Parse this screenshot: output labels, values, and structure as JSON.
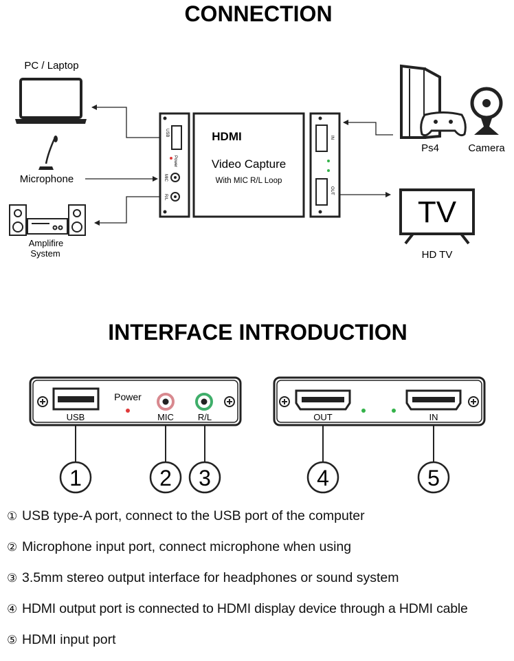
{
  "connection": {
    "title": "CONNECTION",
    "pc_label": "PC / Laptop",
    "mic_label": "Microphone",
    "amp_label_line1": "Amplifire",
    "amp_label_line2": "System",
    "ps4_label": "Ps4",
    "camera_label": "Camera",
    "tv_screen_text": "TV",
    "tv_label": "HD TV",
    "device": {
      "logo": "HDMI",
      "title": "Video Capture",
      "subtitle": "With MIC R/L Loop",
      "left_panel": {
        "usb": "USB",
        "power": "Power",
        "mic": "MIC",
        "rl": "R/L"
      },
      "right_panel": {
        "in": "IN",
        "out": "OUT"
      }
    }
  },
  "interface": {
    "title": "INTERFACE INTRODUCTION",
    "left_panel": {
      "usb": "USB",
      "power": "Power",
      "mic": "MIC",
      "rl": "R/L"
    },
    "right_panel": {
      "out": "OUT",
      "in": "IN"
    },
    "callouts": [
      "1",
      "2",
      "3",
      "4",
      "5"
    ]
  },
  "descriptions": [
    {
      "num": "①",
      "text": "USB type-A port, connect to the USB port of the computer"
    },
    {
      "num": "②",
      "text": "Microphone input port, connect microphone when using"
    },
    {
      "num": "③",
      "text": "3.5mm stereo output interface for headphones or sound system"
    },
    {
      "num": "④",
      "text": "HDMI output port is connected to HDMI display device through a HDMI cable"
    },
    {
      "num": "⑤",
      "text": "HDMI input port"
    }
  ],
  "colors": {
    "ink": "#111111",
    "power_led": "#e03a3a",
    "mic_ring": "#d8898f",
    "rl_ring": "#3fae6a",
    "green_led": "#34b24a"
  }
}
